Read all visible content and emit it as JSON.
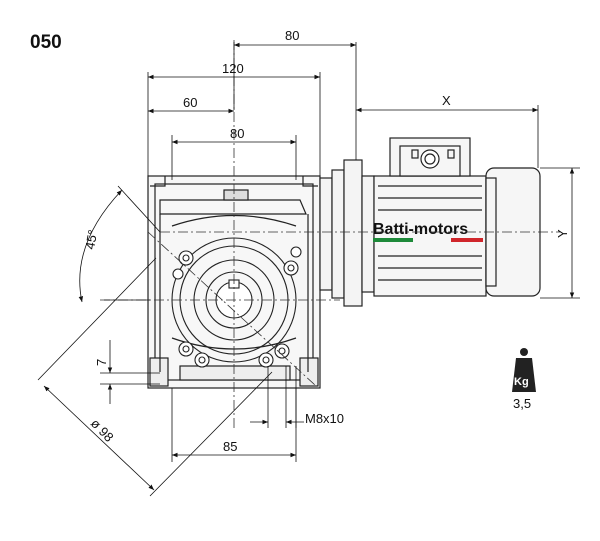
{
  "model": "050",
  "brand": {
    "name": "Batti-motors",
    "stripe_green": "#1e8a3a",
    "stripe_red": "#d0262b"
  },
  "dimensions": {
    "top_80": "80",
    "width_120": "120",
    "half_60": "60",
    "holes_80": "80",
    "motor_x": "X",
    "motor_y": "Y",
    "angle": "45°",
    "offset_7": "7",
    "thread": "M8x10",
    "pitch_85": "85",
    "dia_98": "ø 98"
  },
  "weight": {
    "unit": "Kg",
    "value": "3,5"
  }
}
